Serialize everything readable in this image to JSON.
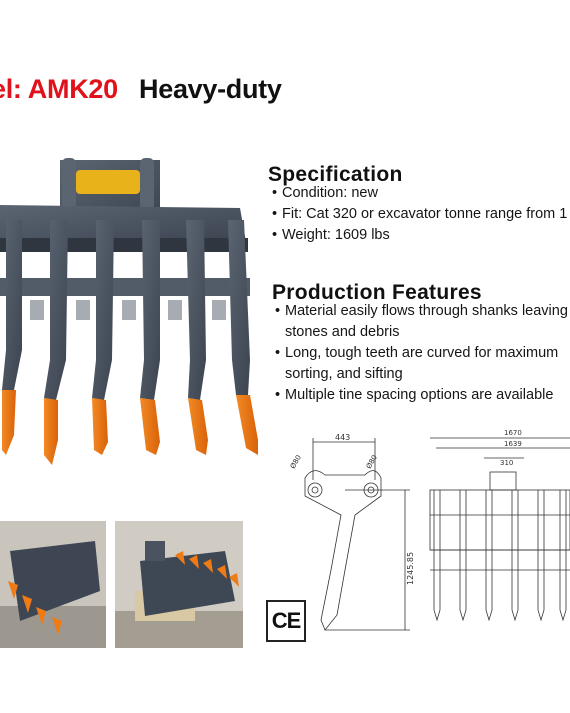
{
  "header": {
    "model_label": "el: AMK20",
    "type_label": "Heavy-duty"
  },
  "specification": {
    "title": "Specification",
    "items": [
      "Condition: new",
      "Fit: Cat 320 or excavator tonne range from 1",
      "Weight: 1609 lbs"
    ]
  },
  "features": {
    "title": "Production Features",
    "items": [
      "Material easily flows through shanks leaving stones and debris",
      "Long, tough teeth are curved for maximum sorting, and sifting",
      "Multiple tine spacing options are available"
    ]
  },
  "drawing": {
    "pin_spacing": "443",
    "pin_left": "Ø80",
    "pin_right": "Ø80",
    "height": "1245.85",
    "width_outer": "1670",
    "width_inner": "1639",
    "center_width": "310"
  },
  "certification": {
    "mark": "CE"
  },
  "colors": {
    "accent_red": "#e0121b",
    "steel": "#4a5461",
    "tooth_orange": "#f07a14",
    "pin_yellow": "#e8b21a"
  }
}
